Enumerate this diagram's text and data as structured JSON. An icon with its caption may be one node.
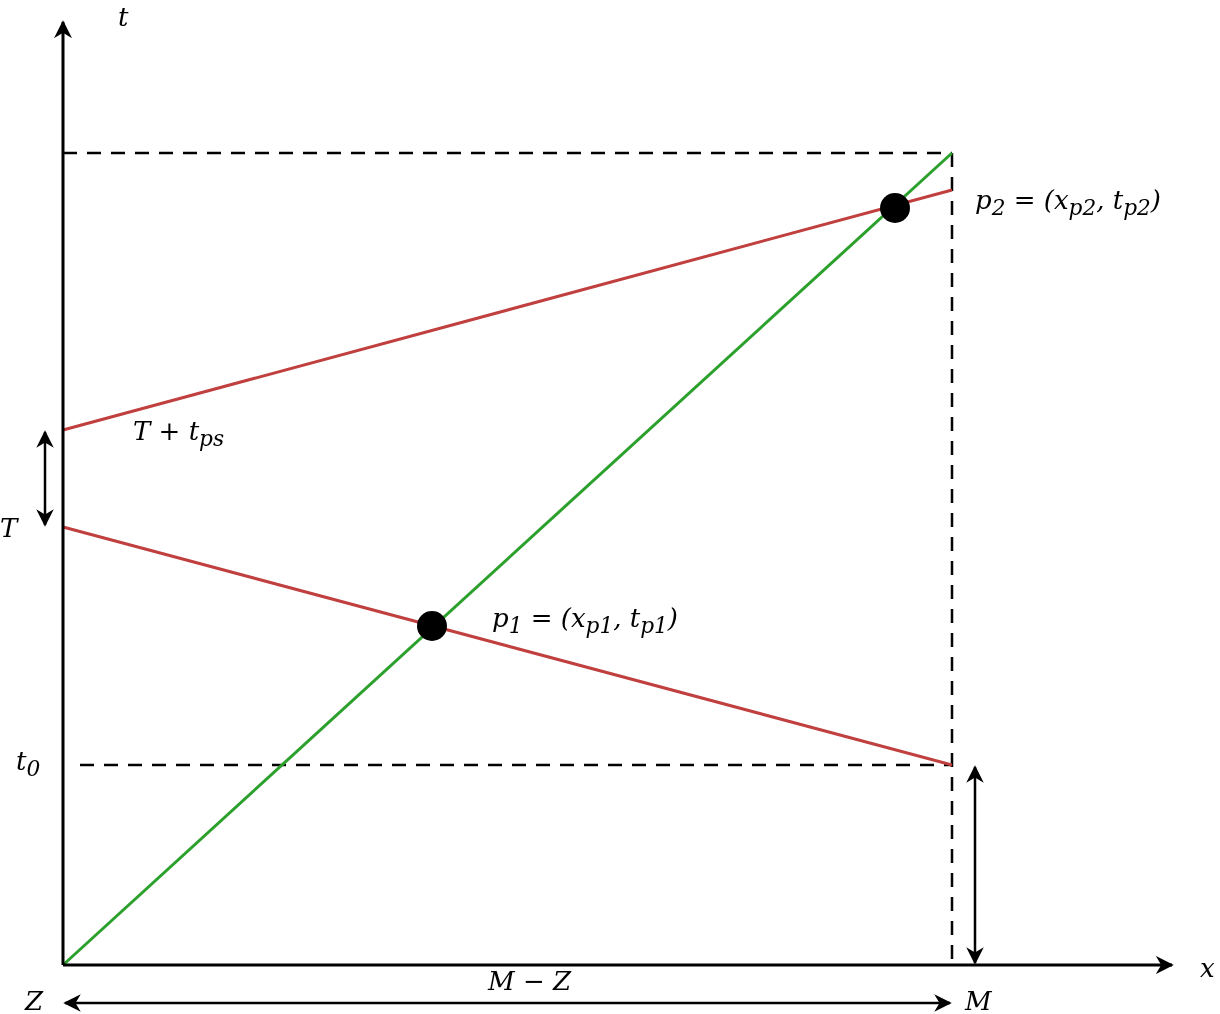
{
  "diagram": {
    "nodes": [
      {
        "text": [],
        "shape": "circle",
        "beside": [
          "p$_{2}$ = (x$_{p2}$, t$_{p2}$)"
        ]
      },
      {
        "text": [],
        "shape": "circle",
        "beside": [
          "p$_{1}$ = (x$_{p1}$, t$_{p1}$)"
        ]
      }
    ],
    "edges": [],
    "labels": [
      "t",
      "T + t$_{ps}$",
      "T",
      "t$_{0}$",
      "x",
      "Z",
      "M − Z",
      "M"
    ]
  }
}
